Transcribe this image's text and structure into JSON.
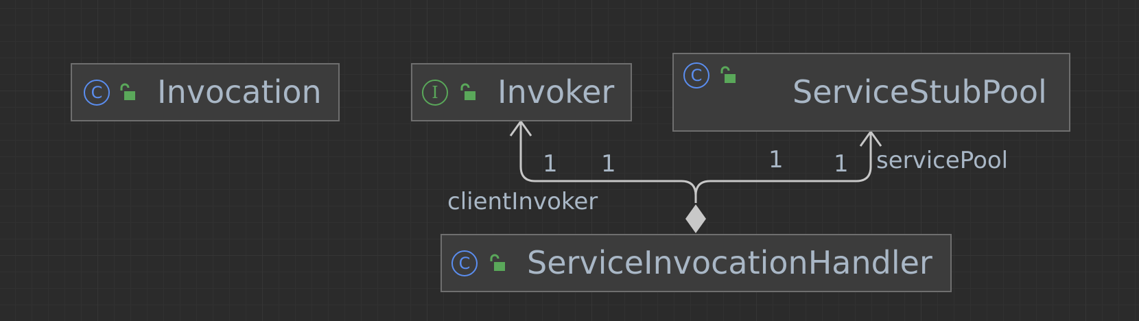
{
  "diagram": {
    "classes": [
      {
        "id": "invocation",
        "name": "Invocation",
        "kind": "C",
        "kind_icon": "class-icon",
        "visibility_icon": "public-lock-icon"
      },
      {
        "id": "invoker",
        "name": "Invoker",
        "kind": "I",
        "kind_icon": "interface-icon",
        "visibility_icon": "public-lock-icon"
      },
      {
        "id": "service-stub-pool",
        "name": "ServiceStubPool",
        "kind": "C",
        "kind_icon": "class-icon",
        "visibility_icon": "public-lock-icon"
      },
      {
        "id": "service-invocation-handler",
        "name": "ServiceInvocationHandler",
        "kind": "C",
        "kind_icon": "class-icon",
        "visibility_icon": "public-lock-icon"
      }
    ],
    "relations": [
      {
        "from": "ServiceInvocationHandler",
        "to": "Invoker",
        "type": "composition",
        "role": "clientInvoker",
        "multiplicity_near_target": "1",
        "multiplicity_near_source": "1"
      },
      {
        "from": "ServiceInvocationHandler",
        "to": "ServiceStubPool",
        "type": "composition",
        "role": "servicePool",
        "multiplicity_near_target": "1",
        "multiplicity_near_source": "1"
      }
    ]
  },
  "colors": {
    "background": "#2b2b2b",
    "node_fill": "#3c3c3c",
    "node_border": "#6f6f6f",
    "text": "#a9b7c6",
    "class_icon": "#5b8ef0",
    "interface_icon": "#5aa85a",
    "lock_icon": "#5aa85a",
    "edge": "#c8c8c8"
  }
}
